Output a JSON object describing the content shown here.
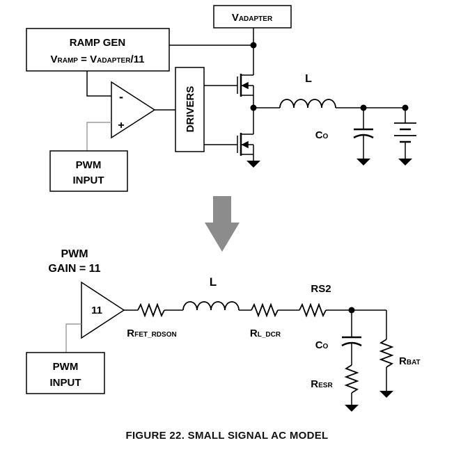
{
  "top_circuit": {
    "vadapter": {
      "main": "V",
      "sub": "ADAPTER"
    },
    "ramp_gen": {
      "title": "RAMP GEN",
      "formula": {
        "v": "V",
        "ramp_sub": "RAMP",
        "eq": " = V",
        "adapter_sub": "ADAPTER",
        "tail": "/11"
      }
    },
    "comparator": {
      "minus": "-",
      "plus": "+"
    },
    "drivers_label": "DRIVERS",
    "pwm_input": {
      "line1": "PWM",
      "line2": "INPUT"
    },
    "inductor_label": "L",
    "capacitor_label": {
      "main": "C",
      "sub": "O"
    }
  },
  "bottom_circuit": {
    "pwm_gain": {
      "line1": "PWM",
      "line2": "GAIN = 11"
    },
    "amp_gain": "11",
    "pwm_input": {
      "line1": "PWM",
      "line2": "INPUT"
    },
    "r_fet": {
      "main": "R",
      "sub": "FET_RDSON"
    },
    "inductor_label": "L",
    "r_l_dcr": {
      "main": "R",
      "sub": "L_DCR"
    },
    "rs2_label": "RS2",
    "capacitor_label": {
      "main": "C",
      "sub": "O"
    },
    "r_esr": {
      "main": "R",
      "sub": "ESR"
    },
    "r_bat": {
      "main": "R",
      "sub": "BAT"
    }
  },
  "caption": "FIGURE 22.  SMALL SIGNAL AC MODEL",
  "colors": {
    "wire": "#000000",
    "arrow": "#8c8c8c"
  }
}
